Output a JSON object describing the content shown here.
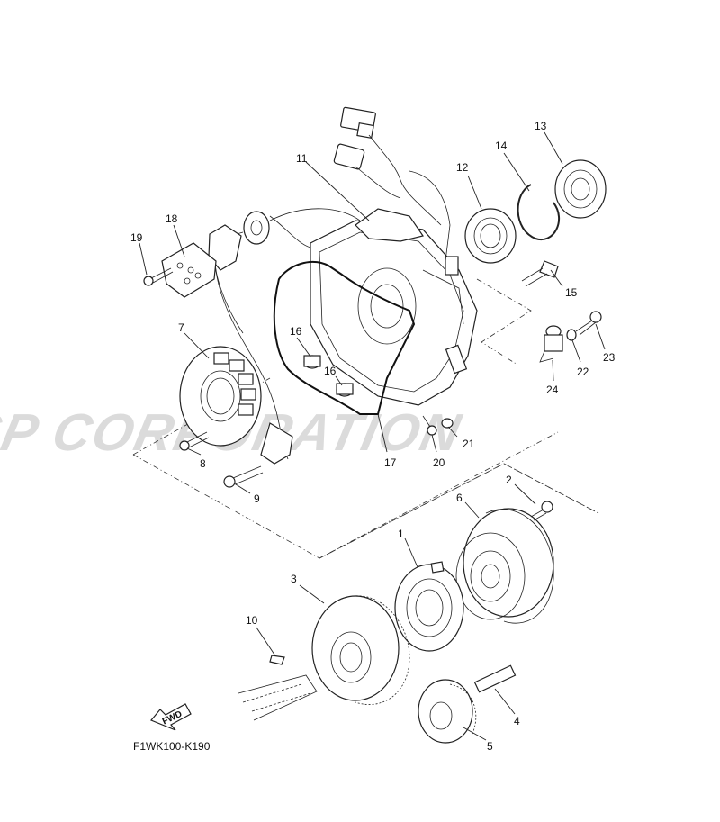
{
  "diagram_code": "F1WK100-K190",
  "watermark": "JSP CORPORATION",
  "fwd_label": "FWD",
  "parts": [
    {
      "id": "1",
      "label": "1"
    },
    {
      "id": "2",
      "label": "2"
    },
    {
      "id": "3",
      "label": "3"
    },
    {
      "id": "4",
      "label": "4"
    },
    {
      "id": "5",
      "label": "5"
    },
    {
      "id": "6",
      "label": "6"
    },
    {
      "id": "7",
      "label": "7"
    },
    {
      "id": "8",
      "label": "8"
    },
    {
      "id": "9",
      "label": "9"
    },
    {
      "id": "10",
      "label": "10"
    },
    {
      "id": "11",
      "label": "11"
    },
    {
      "id": "12",
      "label": "12"
    },
    {
      "id": "13",
      "label": "13"
    },
    {
      "id": "14",
      "label": "14"
    },
    {
      "id": "15",
      "label": "15"
    },
    {
      "id": "16a",
      "label": "16"
    },
    {
      "id": "16b",
      "label": "16"
    },
    {
      "id": "17",
      "label": "17"
    },
    {
      "id": "18",
      "label": "18"
    },
    {
      "id": "19",
      "label": "19"
    },
    {
      "id": "20",
      "label": "20"
    },
    {
      "id": "21",
      "label": "21"
    },
    {
      "id": "22",
      "label": "22"
    },
    {
      "id": "23",
      "label": "23"
    },
    {
      "id": "24",
      "label": "24"
    }
  ]
}
